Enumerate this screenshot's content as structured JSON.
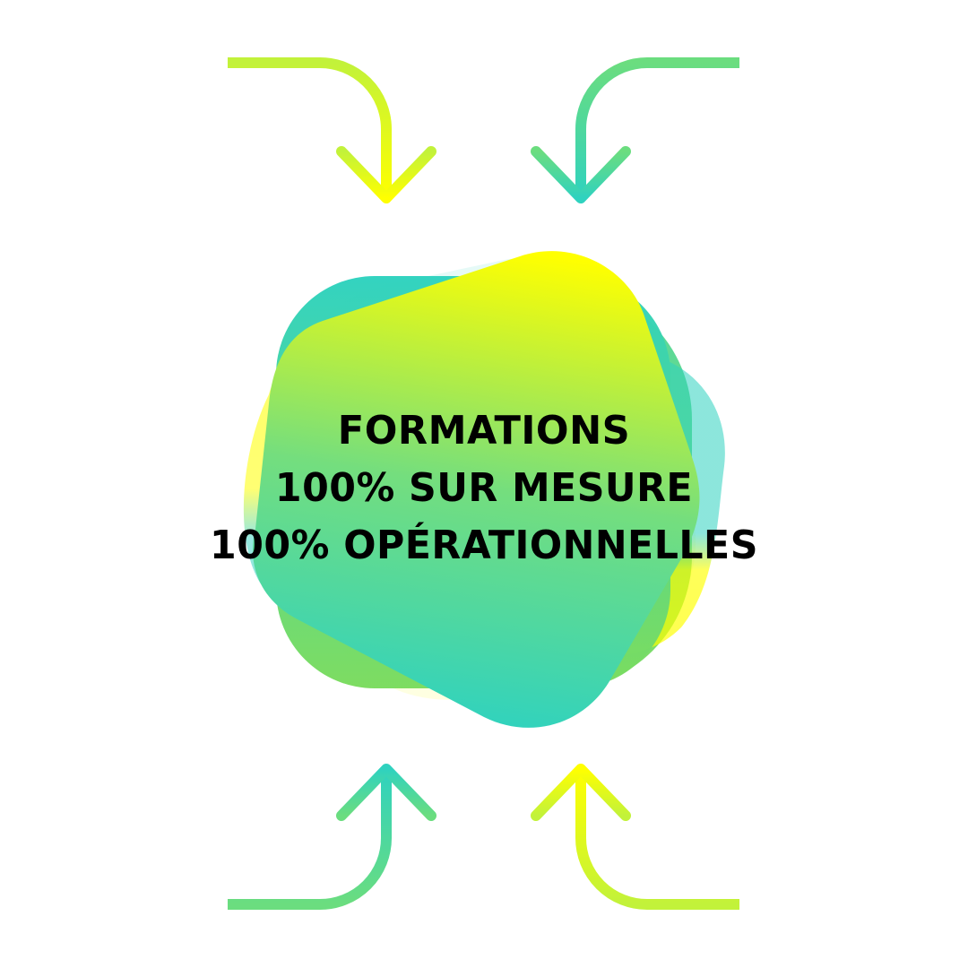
{
  "headline": {
    "line_1": "FORMATIONS",
    "line_2": "100% SUR MESURE",
    "line_3": "100% OPÉRATIONNELLES"
  },
  "colors": {
    "background": "#ffffff",
    "text": "#000000",
    "yellow": "#ffff00",
    "lime": "#c2f23a",
    "green": "#6bdd7f",
    "teal": "#2fd2bf"
  },
  "decorations": {
    "arrows": [
      {
        "position": "top-left",
        "direction": "down",
        "icon": "curved-arrow-down-icon"
      },
      {
        "position": "top-right",
        "direction": "down",
        "icon": "curved-arrow-down-icon"
      },
      {
        "position": "bottom-left",
        "direction": "up",
        "icon": "curved-arrow-up-icon"
      },
      {
        "position": "bottom-right",
        "direction": "up",
        "icon": "curved-arrow-up-icon"
      }
    ],
    "center_shape": "overlapping-gradient-blob"
  }
}
